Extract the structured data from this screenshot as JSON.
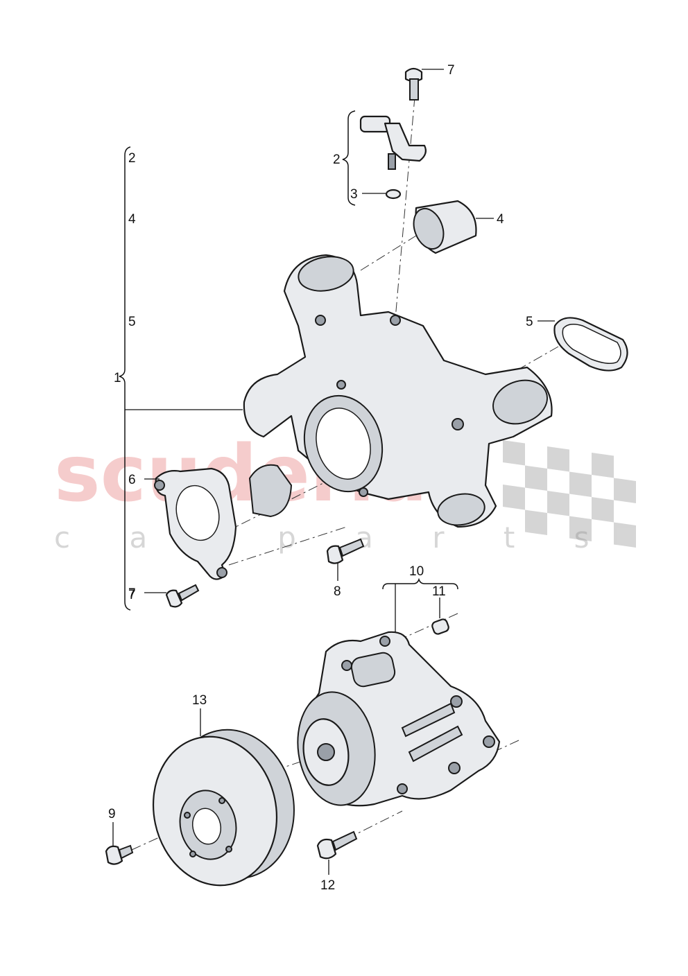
{
  "watermark": {
    "brand": "scuderia",
    "sub": "c a r p a r t s"
  },
  "callouts": {
    "group1_label": "1",
    "group1_list": [
      "2",
      "4",
      "5",
      "7"
    ],
    "c7_top": "7",
    "c2_sensor": "2",
    "c3": "3",
    "c4": "4",
    "c5": "5",
    "c6": "6",
    "c7_left": "7",
    "c8": "8",
    "c10": "10",
    "c11": "11",
    "c13": "13",
    "c9": "9",
    "c12": "12"
  },
  "icons": {
    "flag": "checkered-flag-icon"
  }
}
